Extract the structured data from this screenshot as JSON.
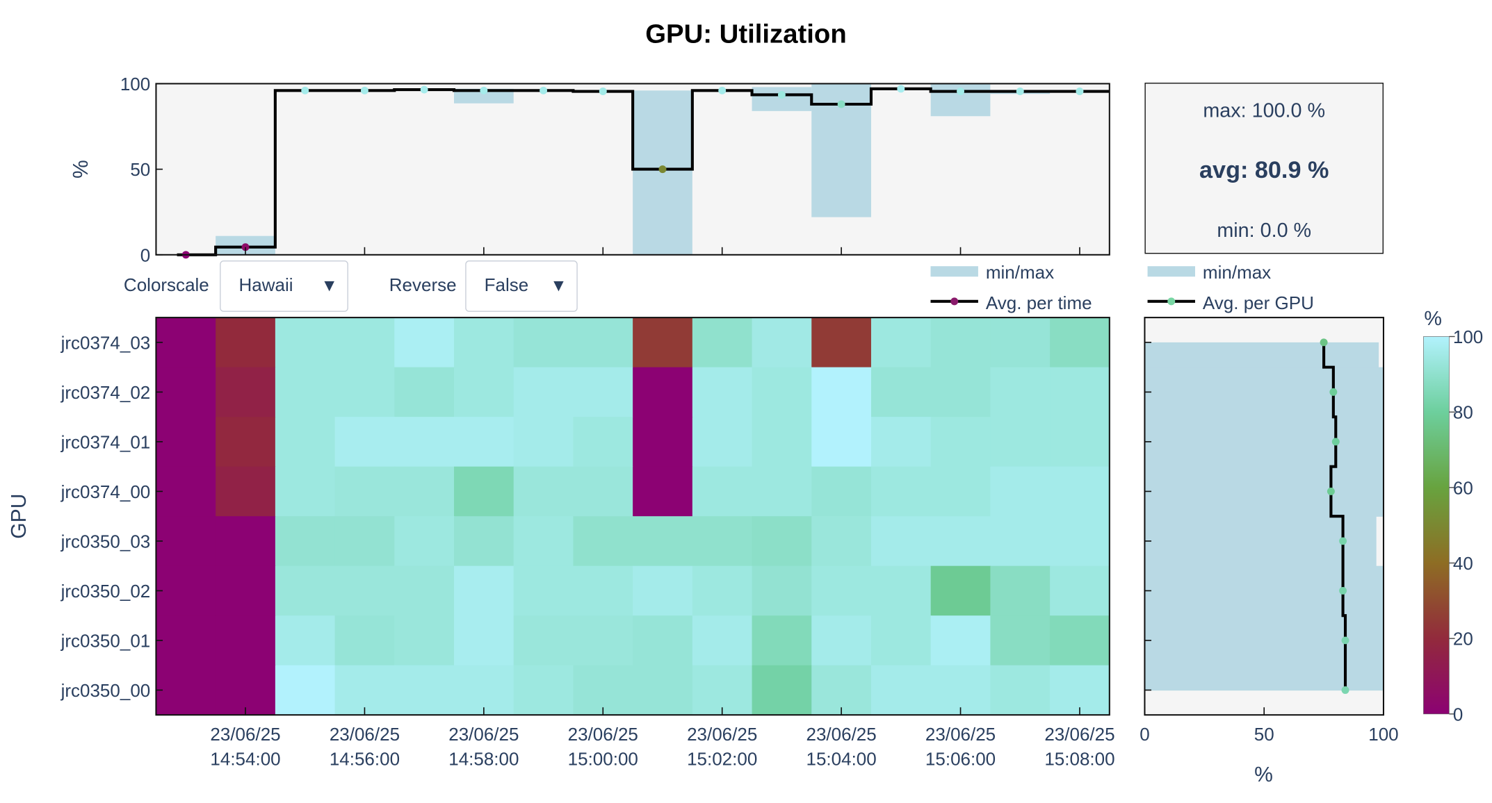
{
  "title": "GPU: Utilization",
  "controls": {
    "colorscale_label": "Colorscale",
    "colorscale_value": "Hawaii",
    "reverse_label": "Reverse",
    "reverse_value": "False"
  },
  "stats": {
    "max": "max: 100.0 %",
    "avg": "avg: 80.9 %",
    "min": "min: 0.0 %"
  },
  "legend": {
    "time_minmax": "min/max",
    "time_avg": "Avg. per time",
    "gpu_minmax": "min/max",
    "gpu_avg": "Avg. per GPU"
  },
  "colors": {
    "band": "#b9d9e4",
    "line": "#000000",
    "panel_bg": "#f5f5f5"
  },
  "chart_data": [
    {
      "type": "line",
      "panel": "time-series",
      "ylabel": "%",
      "ylim": [
        0,
        100
      ],
      "yticks": [
        0,
        50,
        100
      ],
      "xticks": [
        "23/06/25 14:54:00",
        "23/06/25 14:56:00",
        "23/06/25 14:58:00",
        "23/06/25 15:00:00",
        "23/06/25 15:02:00",
        "23/06/25 15:04:00",
        "23/06/25 15:06:00",
        "23/06/25 15:08:00"
      ],
      "series": [
        {
          "name": "Avg. per time",
          "values": [
            0,
            4.5,
            96,
            96,
            96.5,
            96,
            96,
            95.5,
            50,
            96,
            93.5,
            88,
            97,
            95.5,
            95.5,
            95.5
          ]
        },
        {
          "name": "min/max",
          "min": [
            0,
            0,
            96,
            96,
            96,
            88.5,
            96,
            95,
            0,
            95.5,
            84,
            22,
            97,
            81,
            94,
            95
          ],
          "max": [
            0,
            11,
            96,
            96,
            97,
            97,
            96,
            96,
            96,
            96,
            98,
            100,
            97,
            100,
            96,
            96
          ]
        }
      ]
    },
    {
      "type": "heatmap",
      "panel": "gpu-heatmap",
      "ylabel": "GPU",
      "colorbar_title": "%",
      "zlim": [
        0,
        100
      ],
      "colorbar_ticks": [
        0,
        20,
        40,
        60,
        80,
        100
      ],
      "rows": [
        "jrc0374_03",
        "jrc0374_02",
        "jrc0374_01",
        "jrc0374_00",
        "jrc0350_03",
        "jrc0350_02",
        "jrc0350_01",
        "jrc0350_00"
      ],
      "z": [
        [
          0,
          20,
          94,
          94,
          98,
          94,
          92,
          92,
          25,
          90,
          95,
          25,
          94,
          92,
          92,
          88
        ],
        [
          0,
          16,
          94,
          94,
          92,
          94,
          96,
          96,
          0,
          96,
          94,
          100,
          92,
          92,
          94,
          94
        ],
        [
          0,
          19,
          94,
          97,
          97,
          97,
          96,
          94,
          0,
          96,
          94,
          100,
          96,
          94,
          94,
          94
        ],
        [
          0,
          16,
          94,
          93,
          93,
          85,
          93,
          93,
          0,
          94,
          94,
          92,
          94,
          94,
          96,
          96
        ],
        [
          0,
          0,
          91,
          91,
          94,
          91,
          94,
          90,
          90,
          90,
          89,
          93,
          96,
          96,
          96,
          96
        ],
        [
          0,
          0,
          93,
          93,
          93,
          97,
          94,
          94,
          96,
          94,
          91,
          94,
          94,
          78,
          88,
          94
        ],
        [
          0,
          0,
          96,
          92,
          93,
          97,
          93,
          93,
          92,
          96,
          86,
          96,
          94,
          98,
          88,
          86
        ],
        [
          0,
          0,
          100,
          96,
          96,
          96,
          94,
          92,
          92,
          94,
          82,
          93,
          96,
          96,
          94,
          96
        ]
      ]
    },
    {
      "type": "line",
      "panel": "gpu-profile",
      "xlabel": "%",
      "xlim": [
        0,
        100
      ],
      "xticks": [
        0,
        50,
        100
      ],
      "series": [
        {
          "name": "Avg. per GPU",
          "values": [
            75,
            79,
            80,
            78,
            83,
            83,
            84,
            84
          ]
        },
        {
          "name": "min/max",
          "min": [
            0,
            0,
            0,
            0,
            0,
            0,
            0,
            0
          ],
          "max": [
            98,
            100,
            100,
            100,
            97,
            100,
            100,
            100
          ]
        }
      ]
    }
  ]
}
